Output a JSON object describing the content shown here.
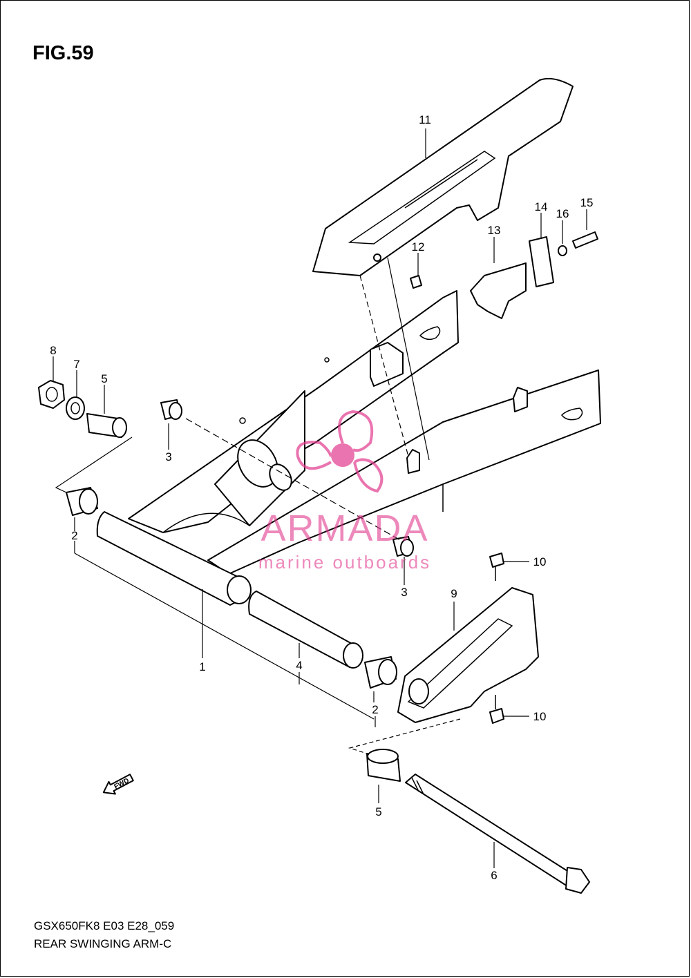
{
  "figure": {
    "title": "FIG.59"
  },
  "footer": {
    "code": "GSX650FK8 E03 E28_059",
    "name": "REAR SWINGING ARM-C"
  },
  "watermark": {
    "brand": "ARMADA",
    "tagline": "marine outboards",
    "color": "#e23a8e"
  },
  "fwd_label": "FWD",
  "callouts": [
    "1",
    "2",
    "2",
    "3",
    "3",
    "4",
    "5",
    "5",
    "6",
    "7",
    "8",
    "9",
    "10",
    "10",
    "11",
    "12",
    "13",
    "14",
    "15",
    "16"
  ]
}
